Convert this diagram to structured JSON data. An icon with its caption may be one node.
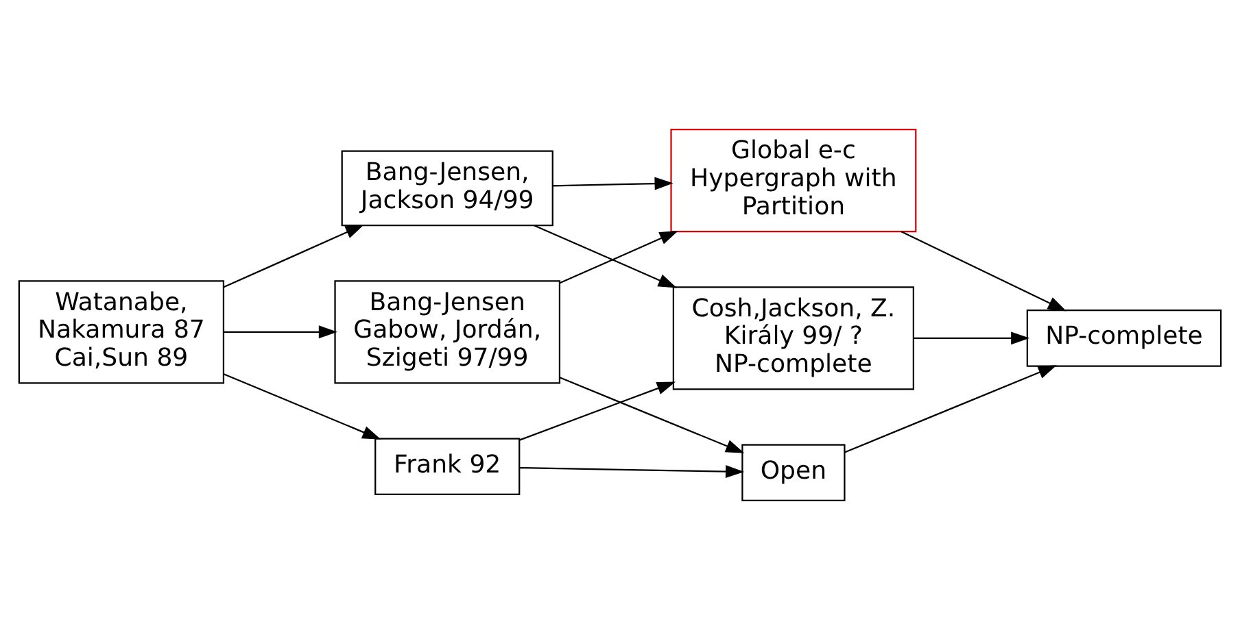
{
  "diagram": {
    "nodes": [
      {
        "text": [
          "Global e-c Hypergraph with Partition"
        ]
      },
      {
        "text": [
          "NP-complete"
        ]
      },
      {
        "text": [
          "Bang-Jensen, Jackson 94/99"
        ]
      },
      {
        "text": [
          "Cosh,Jackson, Z. Király 99/ ? NP-complete"
        ]
      },
      {
        "text": [
          "Bang-Jensen Gabow, Jordán, Szigeti 97/99"
        ]
      },
      {
        "text": [
          "Open"
        ]
      },
      {
        "text": [
          "Watanabe, Nakamura 87 Cai,Sun 89"
        ]
      },
      {
        "text": [
          "Frank 92"
        ]
      }
    ],
    "edges": [
      {
        "from": 6,
        "to": 2,
        "arrow": "to"
      },
      {
        "from": 6,
        "to": 4,
        "arrow": "to"
      },
      {
        "from": 6,
        "to": 7,
        "arrow": "to"
      },
      {
        "from": 2,
        "to": 0,
        "arrow": "to"
      },
      {
        "from": 2,
        "to": 3,
        "arrow": "to"
      },
      {
        "from": 4,
        "to": 0,
        "arrow": "to"
      },
      {
        "from": 4,
        "to": 5,
        "arrow": "to"
      },
      {
        "from": 7,
        "to": 3,
        "arrow": "to"
      },
      {
        "from": 7,
        "to": 5,
        "arrow": "to"
      },
      {
        "from": 0,
        "to": 1,
        "arrow": "to"
      },
      {
        "from": 3,
        "to": 1,
        "arrow": "to"
      },
      {
        "from": 5,
        "to": 1,
        "arrow": "to"
      }
    ]
  }
}
